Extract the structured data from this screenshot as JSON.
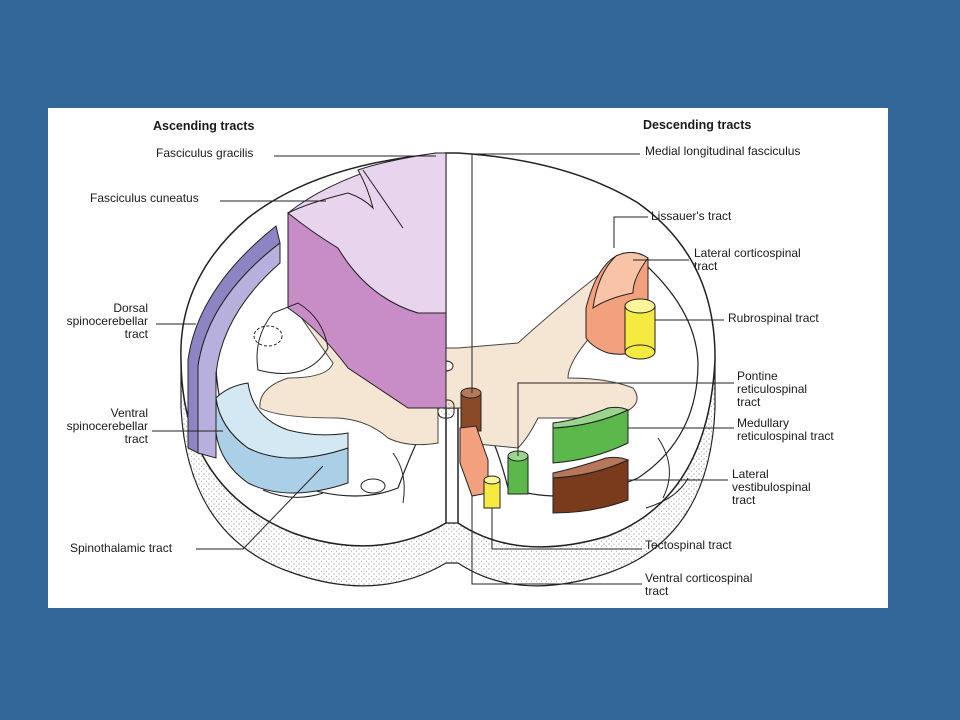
{
  "headings": {
    "ascending": "Ascending tracts",
    "descending": "Descending tracts"
  },
  "labels": {
    "fasciculus_gracilis": "Fasciculus gracilis",
    "fasciculus_cuneatus": "Fasciculus cuneatus",
    "dorsal_spinocerebellar": [
      "Dorsal",
      "spinocerebellar",
      "tract"
    ],
    "ventral_spinocerebellar": [
      "Ventral",
      "spinocerebellar",
      "tract"
    ],
    "spinothalamic": "Spinothalamic tract",
    "medial_longitudinal_fasciculus": "Medial longitudinal fasciculus",
    "lissauers_tract": "Lissauer's tract",
    "lateral_corticospinal": [
      "Lateral corticospinal",
      "tract"
    ],
    "rubrospinal": "Rubrospinal tract",
    "pontine_reticulospinal": [
      "Pontine",
      "reticulospinal",
      "tract"
    ],
    "medullary_reticulospinal": [
      "Medullary",
      "reticulospinal tract"
    ],
    "lateral_vestibulospinal": [
      "Lateral",
      "vestibulospinal",
      "tract"
    ],
    "tectospinal": "Tectospinal tract",
    "ventral_corticospinal": [
      "Ventral corticospinal",
      "tract"
    ]
  },
  "colors": {
    "background": "#336699",
    "gracilis_cuneatus": "#e8d4ec",
    "cuneatus_side": "#c88cc6",
    "dorsal_spinocerebellar": "#8d84c4",
    "ventral_spinocerebellar": "#aacfe6",
    "gray_matter": "#f5e6d3",
    "lateral_corticospinal": "#f3a07e",
    "rubrospinal": "#f5ea40",
    "reticulospinal_green": "#5cb84a",
    "vestibulospinal_brown": "#7a3a1c",
    "ventral_corticospinal_brown": "#8a4a28",
    "tectospinal_yellow": "#f5ea40"
  }
}
